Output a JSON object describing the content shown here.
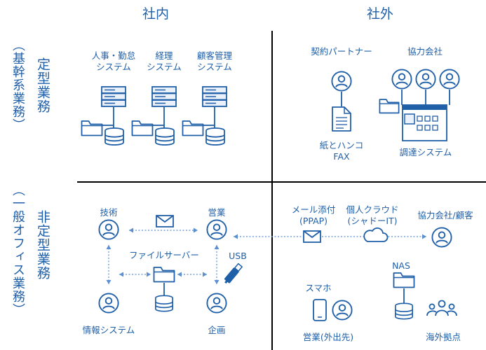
{
  "headers": {
    "internal": "社内",
    "external": "社外"
  },
  "row_labels": {
    "routine_main": "定型業務",
    "routine_sub": "（基幹系業務）",
    "nonroutine_main": "非定型業務",
    "nonroutine_sub": "（一般オフィス業務）"
  },
  "q1": {
    "sys_hr": [
      "人事・勤怠",
      "システム"
    ],
    "sys_acct": [
      "経理",
      "システム"
    ],
    "sys_crm": [
      "顧客管理",
      "システム"
    ]
  },
  "q2": {
    "partner": "契約パートナー",
    "affiliate": "協力会社",
    "paper": [
      "紙とハンコ",
      "FAX"
    ],
    "procure": "調達システム"
  },
  "q3": {
    "tech": "技術",
    "sales": "営業",
    "fileserver": "ファイルサーバー",
    "usb": "USB",
    "infosys": "情報システム",
    "planning": "企画"
  },
  "q4": {
    "mail": [
      "メール添付",
      "(PPAP)"
    ],
    "cloud": [
      "個人クラウド",
      "(シャドーIT)"
    ],
    "partner_client": "協力会社/顧客",
    "nas": "NAS",
    "smartphone": "スマホ",
    "sales_out": "営業(外出先)",
    "overseas": "海外拠点"
  },
  "colors": {
    "primary": "#1f5fa8",
    "fill_light": "#eaf1fa",
    "axis": "#000000",
    "dash": "#5b8fcf"
  }
}
